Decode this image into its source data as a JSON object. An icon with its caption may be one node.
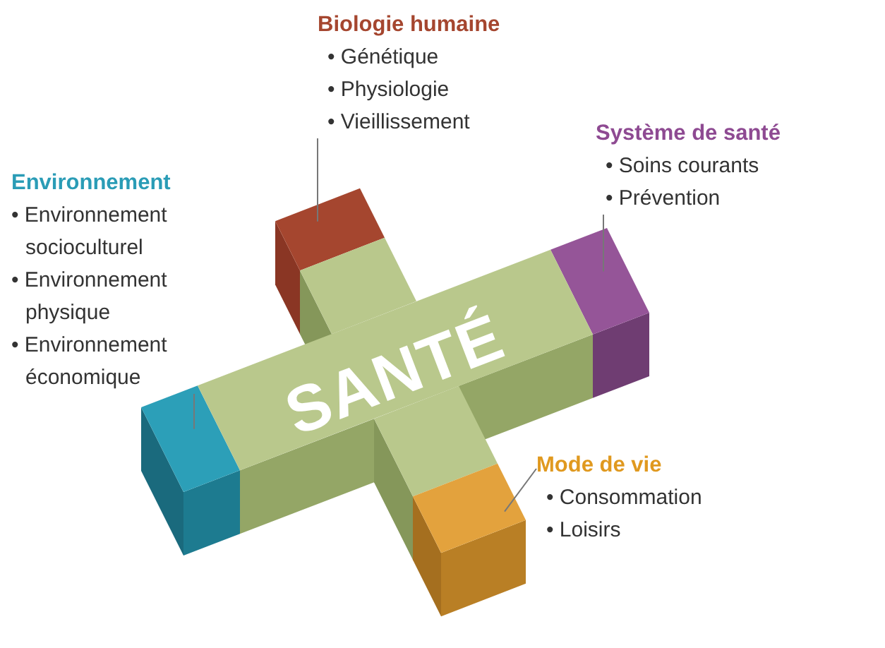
{
  "diagram": {
    "nodes": [
      {
        "text": [
          "SANTÉ"
        ]
      },
      {
        "text": [
          "Biologie humaine",
          "• Génétique",
          "• Physiologie",
          "• Vieillissement"
        ]
      },
      {
        "text": [],
        "shape": "box"
      },
      {
        "text": [
          "Système de santé",
          "• Soins courants",
          "• Prévention"
        ]
      },
      {
        "text": [],
        "shape": "box"
      },
      {
        "text": [
          "Environnement",
          "• Environnement socioculturel",
          "• Environnement physique",
          "• Environnement économique"
        ]
      },
      {
        "text": [],
        "shape": "box"
      },
      {
        "text": [
          "Mode de vie",
          "• Consommation",
          "• Loisirs"
        ]
      },
      {
        "text": [],
        "shape": "box"
      }
    ],
    "edges": [
      {
        "from": 1,
        "to": 2,
        "arrow": "none"
      },
      {
        "from": 3,
        "to": 4,
        "arrow": "none"
      },
      {
        "from": 5,
        "to": 6,
        "arrow": "none"
      },
      {
        "from": 7,
        "to": 8,
        "arrow": "none"
      }
    ]
  }
}
